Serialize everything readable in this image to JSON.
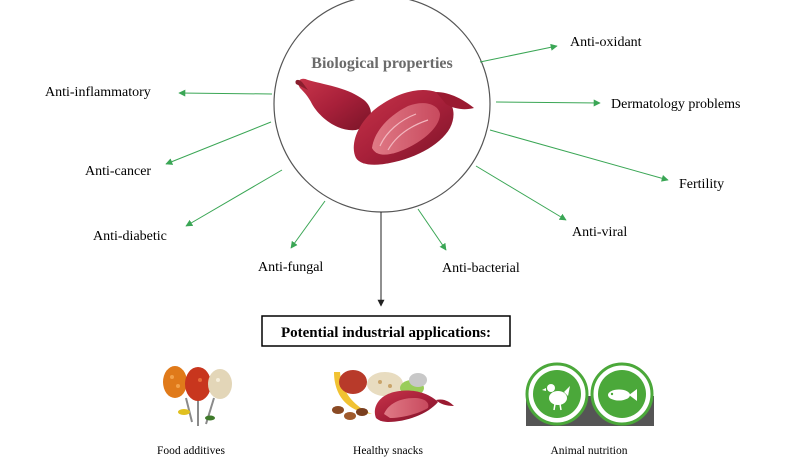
{
  "center": {
    "title": "Biological properties",
    "image": "red-shallot-bulb"
  },
  "properties": [
    {
      "id": "anti-oxidant",
      "label": "Anti-oxidant"
    },
    {
      "id": "dermatology-problems",
      "label": "Dermatology problems"
    },
    {
      "id": "fertility",
      "label": "Fertility"
    },
    {
      "id": "anti-viral",
      "label": "Anti-viral"
    },
    {
      "id": "anti-bacterial",
      "label": "Anti-bacterial"
    },
    {
      "id": "anti-fungal",
      "label": "Anti-fungal"
    },
    {
      "id": "anti-diabetic",
      "label": "Anti-diabetic"
    },
    {
      "id": "anti-cancer",
      "label": "Anti-cancer"
    },
    {
      "id": "anti-inflammatory",
      "label": "Anti-inflammatory"
    }
  ],
  "applications": {
    "title": "Potential industrial applications:",
    "items": [
      {
        "id": "food-additives",
        "label": "Food additives",
        "icon": "spice-spoons-icon"
      },
      {
        "id": "healthy-snacks",
        "label": "Healthy snacks",
        "icon": "snacks-icon"
      },
      {
        "id": "animal-nutrition",
        "label": "Animal nutrition",
        "icon": "animal-nutrition-icon"
      }
    ]
  },
  "colors": {
    "arrow": "#3aa655",
    "circle": "#555555",
    "badge_green": "#4ba83a",
    "badge_base": "#555555"
  }
}
